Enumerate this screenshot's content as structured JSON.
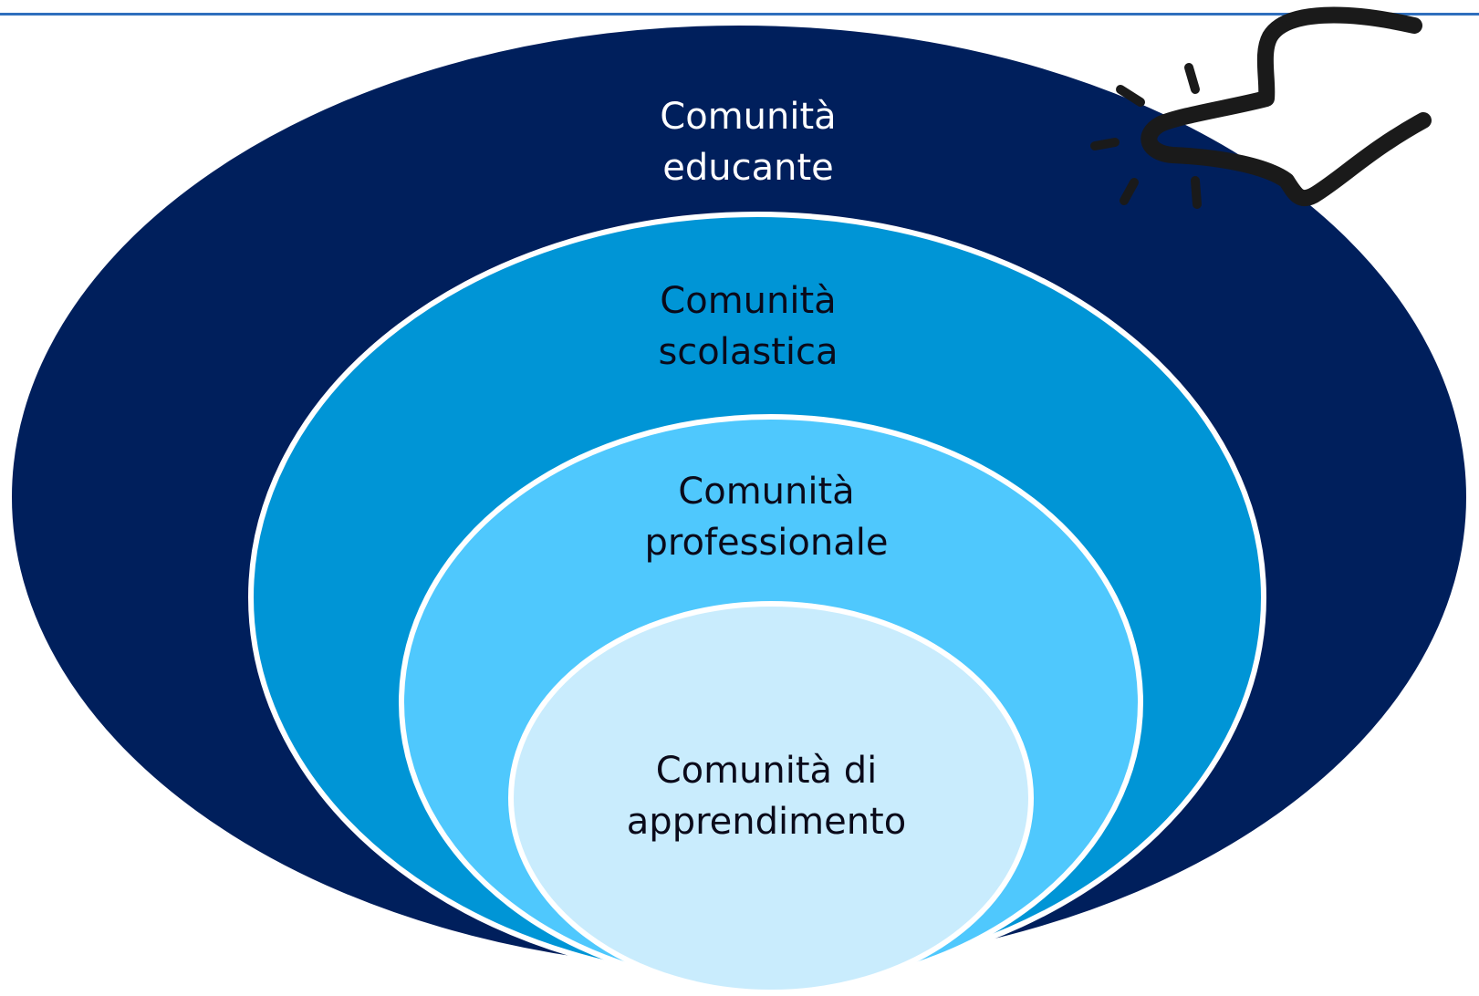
{
  "diagram": {
    "type": "nested-ellipses",
    "layers": [
      {
        "line1": "Comunità",
        "line2": "educante",
        "fill": "#001f5c",
        "text_color": "#ffffff"
      },
      {
        "line1": "Comunità",
        "line2": "scolastica",
        "fill": "#0095d6",
        "text_color": "#0a0a1a"
      },
      {
        "line1": "Comunità",
        "line2": "professionale",
        "fill": "#4fc8fd",
        "text_color": "#0a0a1a"
      },
      {
        "line1": "Comunità di",
        "line2": "apprendimento",
        "fill": "#c9ecfd",
        "text_color": "#0a0a1a"
      }
    ],
    "outline_color": "#ffffff",
    "accent_rule_color": "#2f6fbd",
    "icon": "pointing-hand-icon"
  }
}
